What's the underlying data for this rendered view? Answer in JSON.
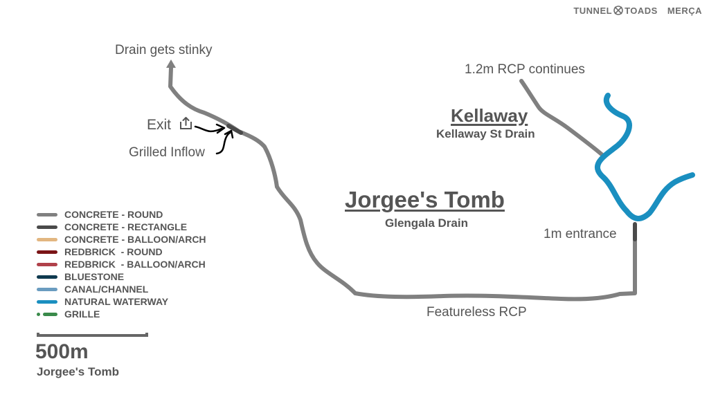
{
  "brand": {
    "left": "TUNNEL",
    "right": "TOADS",
    "suffix": "MERÇA",
    "logo_icon": "crossed-circle-icon"
  },
  "map": {
    "title": "Jorgee's Tomb",
    "subtitle": "Glengala Drain",
    "secondary_title": "Kellaway",
    "secondary_subtitle": "Kellaway St Drain",
    "annotations": {
      "drain_stinky": "Drain gets stinky",
      "exit": "Exit",
      "grilled_inflow": "Grilled Inflow",
      "rcp_continues": "1.2m RCP continues",
      "entrance": "1m entrance",
      "featureless": "Featureless RCP"
    },
    "icons": {
      "exit_icon": "upload-icon",
      "arrow_up": "arrow-up-icon"
    }
  },
  "legend": {
    "items": [
      {
        "label": "CONCRETE - ROUND",
        "color": "#808080"
      },
      {
        "label": "CONCRETE - RECTANGLE",
        "color": "#4a4a4a"
      },
      {
        "label": "CONCRETE - BALLOON/ARCH",
        "color": "#e2b680"
      },
      {
        "label": "REDBRICK  - ROUND",
        "color": "#7a1416"
      },
      {
        "label": "REDBRICK  - BALLOON/ARCH",
        "color": "#b0414a"
      },
      {
        "label": "BLUESTONE",
        "color": "#0f3a4f"
      },
      {
        "label": "CANAL/CHANNEL",
        "color": "#6a9cc0"
      },
      {
        "label": "NATURAL WATERWAY",
        "color": "#1a8fc0"
      },
      {
        "label": "GRILLE",
        "color": "#3a8a4a"
      }
    ]
  },
  "scale": {
    "value": "500m",
    "name": "Jorgee's Tomb"
  },
  "colors": {
    "concrete_round": "#808080",
    "rectangle": "#4a4a4a",
    "waterway": "#1a8fc0",
    "text": "#555555"
  }
}
